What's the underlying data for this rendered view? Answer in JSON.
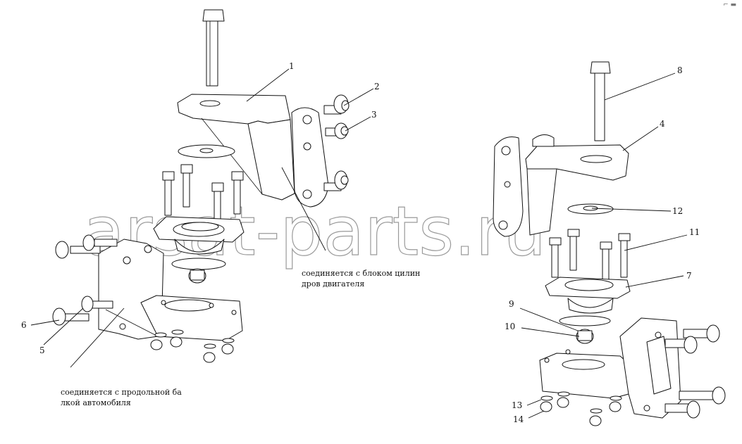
{
  "watermark": "arsat-parts.ru",
  "corner_mark": "⌐ ▬",
  "callouts": {
    "c1": "1",
    "c2": "2",
    "c3": "3",
    "c4": "4",
    "c5": "5",
    "c6": "6",
    "c7": "7",
    "c8": "8",
    "c9": "9",
    "c10": "10",
    "c11": "11",
    "c12": "12",
    "c13": "13",
    "c14": "14"
  },
  "notes": {
    "engine": [
      "соединяется с блоком цилин",
      "дров двигателя"
    ],
    "frame": [
      "соединяется с продольной ба",
      "лкой автомобиля"
    ]
  }
}
